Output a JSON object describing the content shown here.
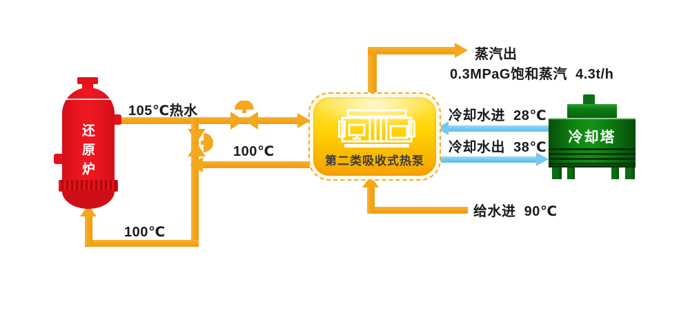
{
  "equipment": {
    "furnace_label": "还原炉",
    "heat_pump_label": "第二类吸收式热泵",
    "cooling_tower_label": "冷却塔"
  },
  "flows": {
    "hot_water": "105℃热水",
    "return_water_mid": "100℃",
    "return_water_bottom": "100℃",
    "steam_out": "蒸汽出",
    "steam_spec": "0.3MPaG饱和蒸汽  4.3t/h",
    "cooling_water_in": "冷却水进  28℃",
    "cooling_water_out": "冷却水出  38℃",
    "feed_water": "给水进  90℃"
  },
  "icons": {
    "valve_on_hot_line": "globe-valve",
    "valve_on_bypass_line": "globe-valve-rotated",
    "heat_pump_unit": "machine-outline"
  },
  "colors": {
    "pipe_hot": "#F5A71E",
    "pipe_cooling": "#74C9F0",
    "furnace_red": "#E4121B",
    "tower_green": "#0C7310",
    "heat_pump_gold": "#FFD60A",
    "text_dark": "#1A1A1A"
  }
}
